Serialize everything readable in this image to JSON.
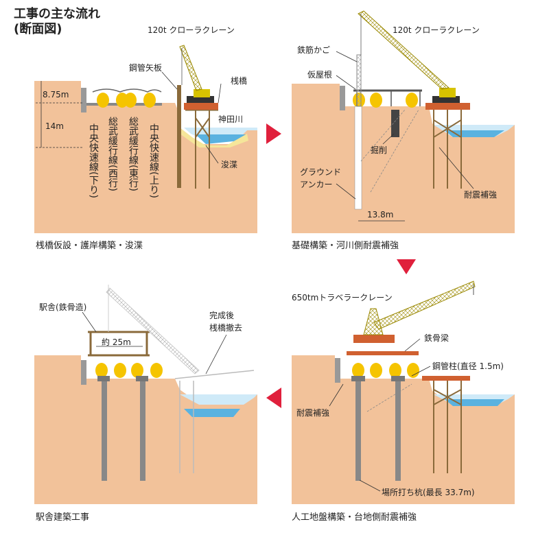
{
  "title_line1": "工事の主な流れ",
  "title_line2": "(断面図)",
  "panel1": {
    "caption": "桟橋仮設・護岸構築・浚渫",
    "crane": "120t クローラクレーン",
    "sheet_pile": "鋼管矢板",
    "trestle": "桟橋",
    "river": "神田川",
    "dredge": "浚渫",
    "height1": "8.75m",
    "height2": "14m",
    "track1": "中央快速線(下り)",
    "track2": "総武緩行線(西行)",
    "track3": "総武緩行線(東行)",
    "track4": "中央快速線(上り)"
  },
  "panel2": {
    "caption": "基礎構築・河川側耐震補強",
    "crane": "120t クローラクレーン",
    "rebar": "鉄筋かご",
    "roof": "仮屋根",
    "excavation": "掘削",
    "anchor1": "グラウンド",
    "anchor2": "アンカー",
    "seismic": "耐震補強",
    "depth": "13.8m"
  },
  "panel3": {
    "caption": "人工地盤構築・台地側耐震補強",
    "crane": "650tmトラベラークレーン",
    "beam": "鉄骨梁",
    "column": "鋼管柱(直径 1.5m)",
    "seismic": "耐震補強",
    "pile": "場所打ち杭(最長 33.7m)"
  },
  "panel4": {
    "caption": "駅舎建築工事",
    "station": "駅舎(鉄骨造)",
    "width": "約 25m",
    "removal1": "完成後",
    "removal2": "桟橋撤去"
  },
  "colors": {
    "ground": "#f2c29a",
    "water": "#5ab2e0",
    "water_light": "#cfeaf8",
    "pile": "#8a6a3a",
    "arrow": "#e0203c",
    "train": "#f5c400",
    "crane": "#d7c300"
  }
}
